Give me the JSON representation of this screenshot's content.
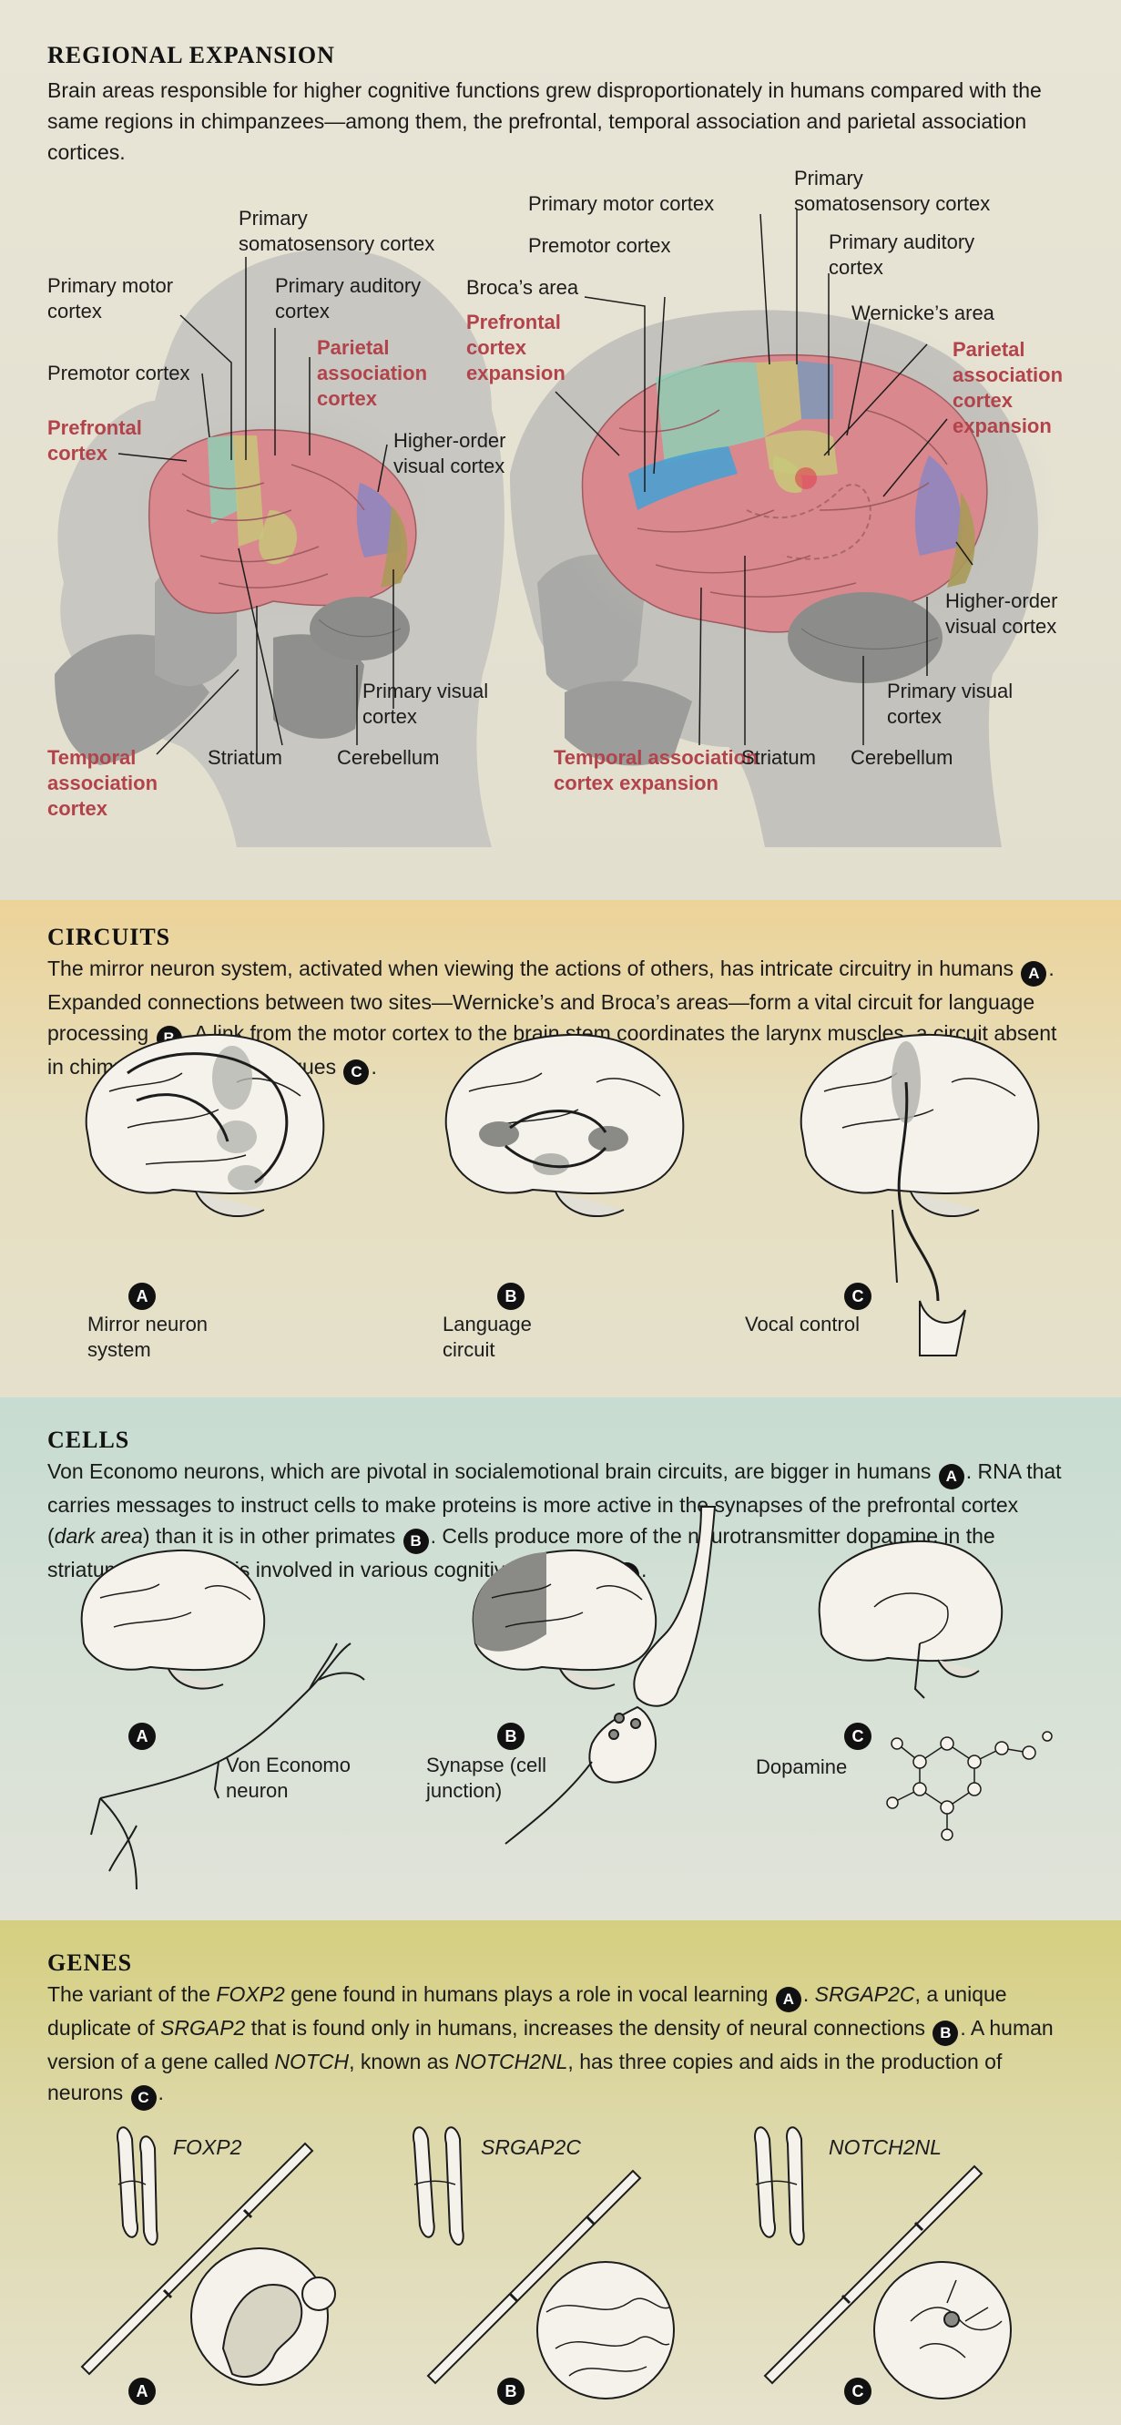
{
  "regional": {
    "heading": "REGIONAL EXPANSION",
    "intro_text": "Brain areas responsible for higher cognitive functions grew disproportionately in humans compared with the same regions in chimpanzees—among them, the prefrontal, temporal association and parietal association cortices.",
    "chimp": {
      "primary_motor": "Primary motor cortex",
      "somatosensory": "Primary somatosensory cortex",
      "auditory": "Primary auditory cortex",
      "parietal": "Parietal association cortex",
      "premotor": "Premotor cortex",
      "prefrontal": "Prefrontal cortex",
      "higher_visual": "Higher-order visual cortex",
      "primary_visual": "Primary visual cortex",
      "temporal": "Temporal association cortex",
      "striatum": "Striatum",
      "cerebellum": "Cerebellum"
    },
    "human": {
      "primary_motor": "Primary motor cortex",
      "somatosensory": "Primary somatosensory cortex",
      "premotor": "Premotor cortex",
      "auditory": "Primary auditory cortex",
      "broca": "Broca’s area",
      "wernicke": "Wernicke’s area",
      "prefrontal": "Prefrontal cortex expansion",
      "parietal": "Parietal association cortex expansion",
      "higher_visual": "Higher-order visual cortex",
      "primary_visual": "Primary visual cortex",
      "temporal": "Temporal association cortex expansion",
      "striatum": "Striatum",
      "cerebellum": "Cerebellum"
    },
    "colors": {
      "cortex_pink": "#d9898e",
      "motor_green": "#8fcfb5",
      "somato_yellow": "#c8c67a",
      "auditory_blue": "#4aa0d0",
      "visual_purple": "#8f86be",
      "primary_visual_olive": "#a89a58",
      "label_red": "#b3434a"
    }
  },
  "circuits": {
    "heading": "CIRCUITS",
    "intro": {
      "p1": "The mirror neuron system, activated when viewing the actions of others, has intricate circuitry in humans ",
      "p2": ". Expanded connections between two sites—Wernicke’s and Broca’s areas—form a vital circuit for language processing ",
      "p3": ". A link from the motor cortex to the brain stem coordinates the larynx muscles, a circuit absent in chimpanzees and macaques ",
      "p4": "."
    },
    "items": [
      {
        "badge": "A",
        "label": "Mirror neuron system"
      },
      {
        "badge": "B",
        "label": "Language circuit"
      },
      {
        "badge": "C",
        "label": "Vocal control"
      }
    ]
  },
  "cells": {
    "heading": "CELLS",
    "intro": {
      "p1": "Von Economo neurons, which are pivotal in socialemotional brain circuits, are bigger in humans ",
      "p2": ". RNA that carries messages to instruct cells to make proteins is more active in the synapses of the prefrontal cortex (",
      "em": "dark area",
      "p3": ") than it is in other primates ",
      "p4": ". Cells produce more of the neurotransmitter dopamine in the striatum. Dopamine is involved in various cognitive functions ",
      "p5": "."
    },
    "items": [
      {
        "badge": "A",
        "label": "Von Economo neuron"
      },
      {
        "badge": "B",
        "label": "Synapse (cell junction)"
      },
      {
        "badge": "C",
        "label": "Dopamine"
      }
    ]
  },
  "genes": {
    "heading": "GENES",
    "intro": {
      "p1": "The variant of the ",
      "g1": "FOXP2",
      "p2": " gene found in humans plays a role in vocal learning ",
      "p3": ". ",
      "g2": "SRGAP2C",
      "p4": ", a unique duplicate of ",
      "g3": "SRGAP2",
      "p5": " that is found only in humans, increases the density of neural connections ",
      "p6": ". A human version of a gene called ",
      "g4": "NOTCH",
      "p7": ", known as ",
      "g5": "NOTCH2NL",
      "p8": ", has three copies and aids in the production of neurons ",
      "p9": "."
    },
    "items": [
      {
        "badge": "A",
        "gene": "FOXP2"
      },
      {
        "badge": "B",
        "gene": "SRGAP2C"
      },
      {
        "badge": "C",
        "gene": "NOTCH2NL"
      }
    ]
  }
}
